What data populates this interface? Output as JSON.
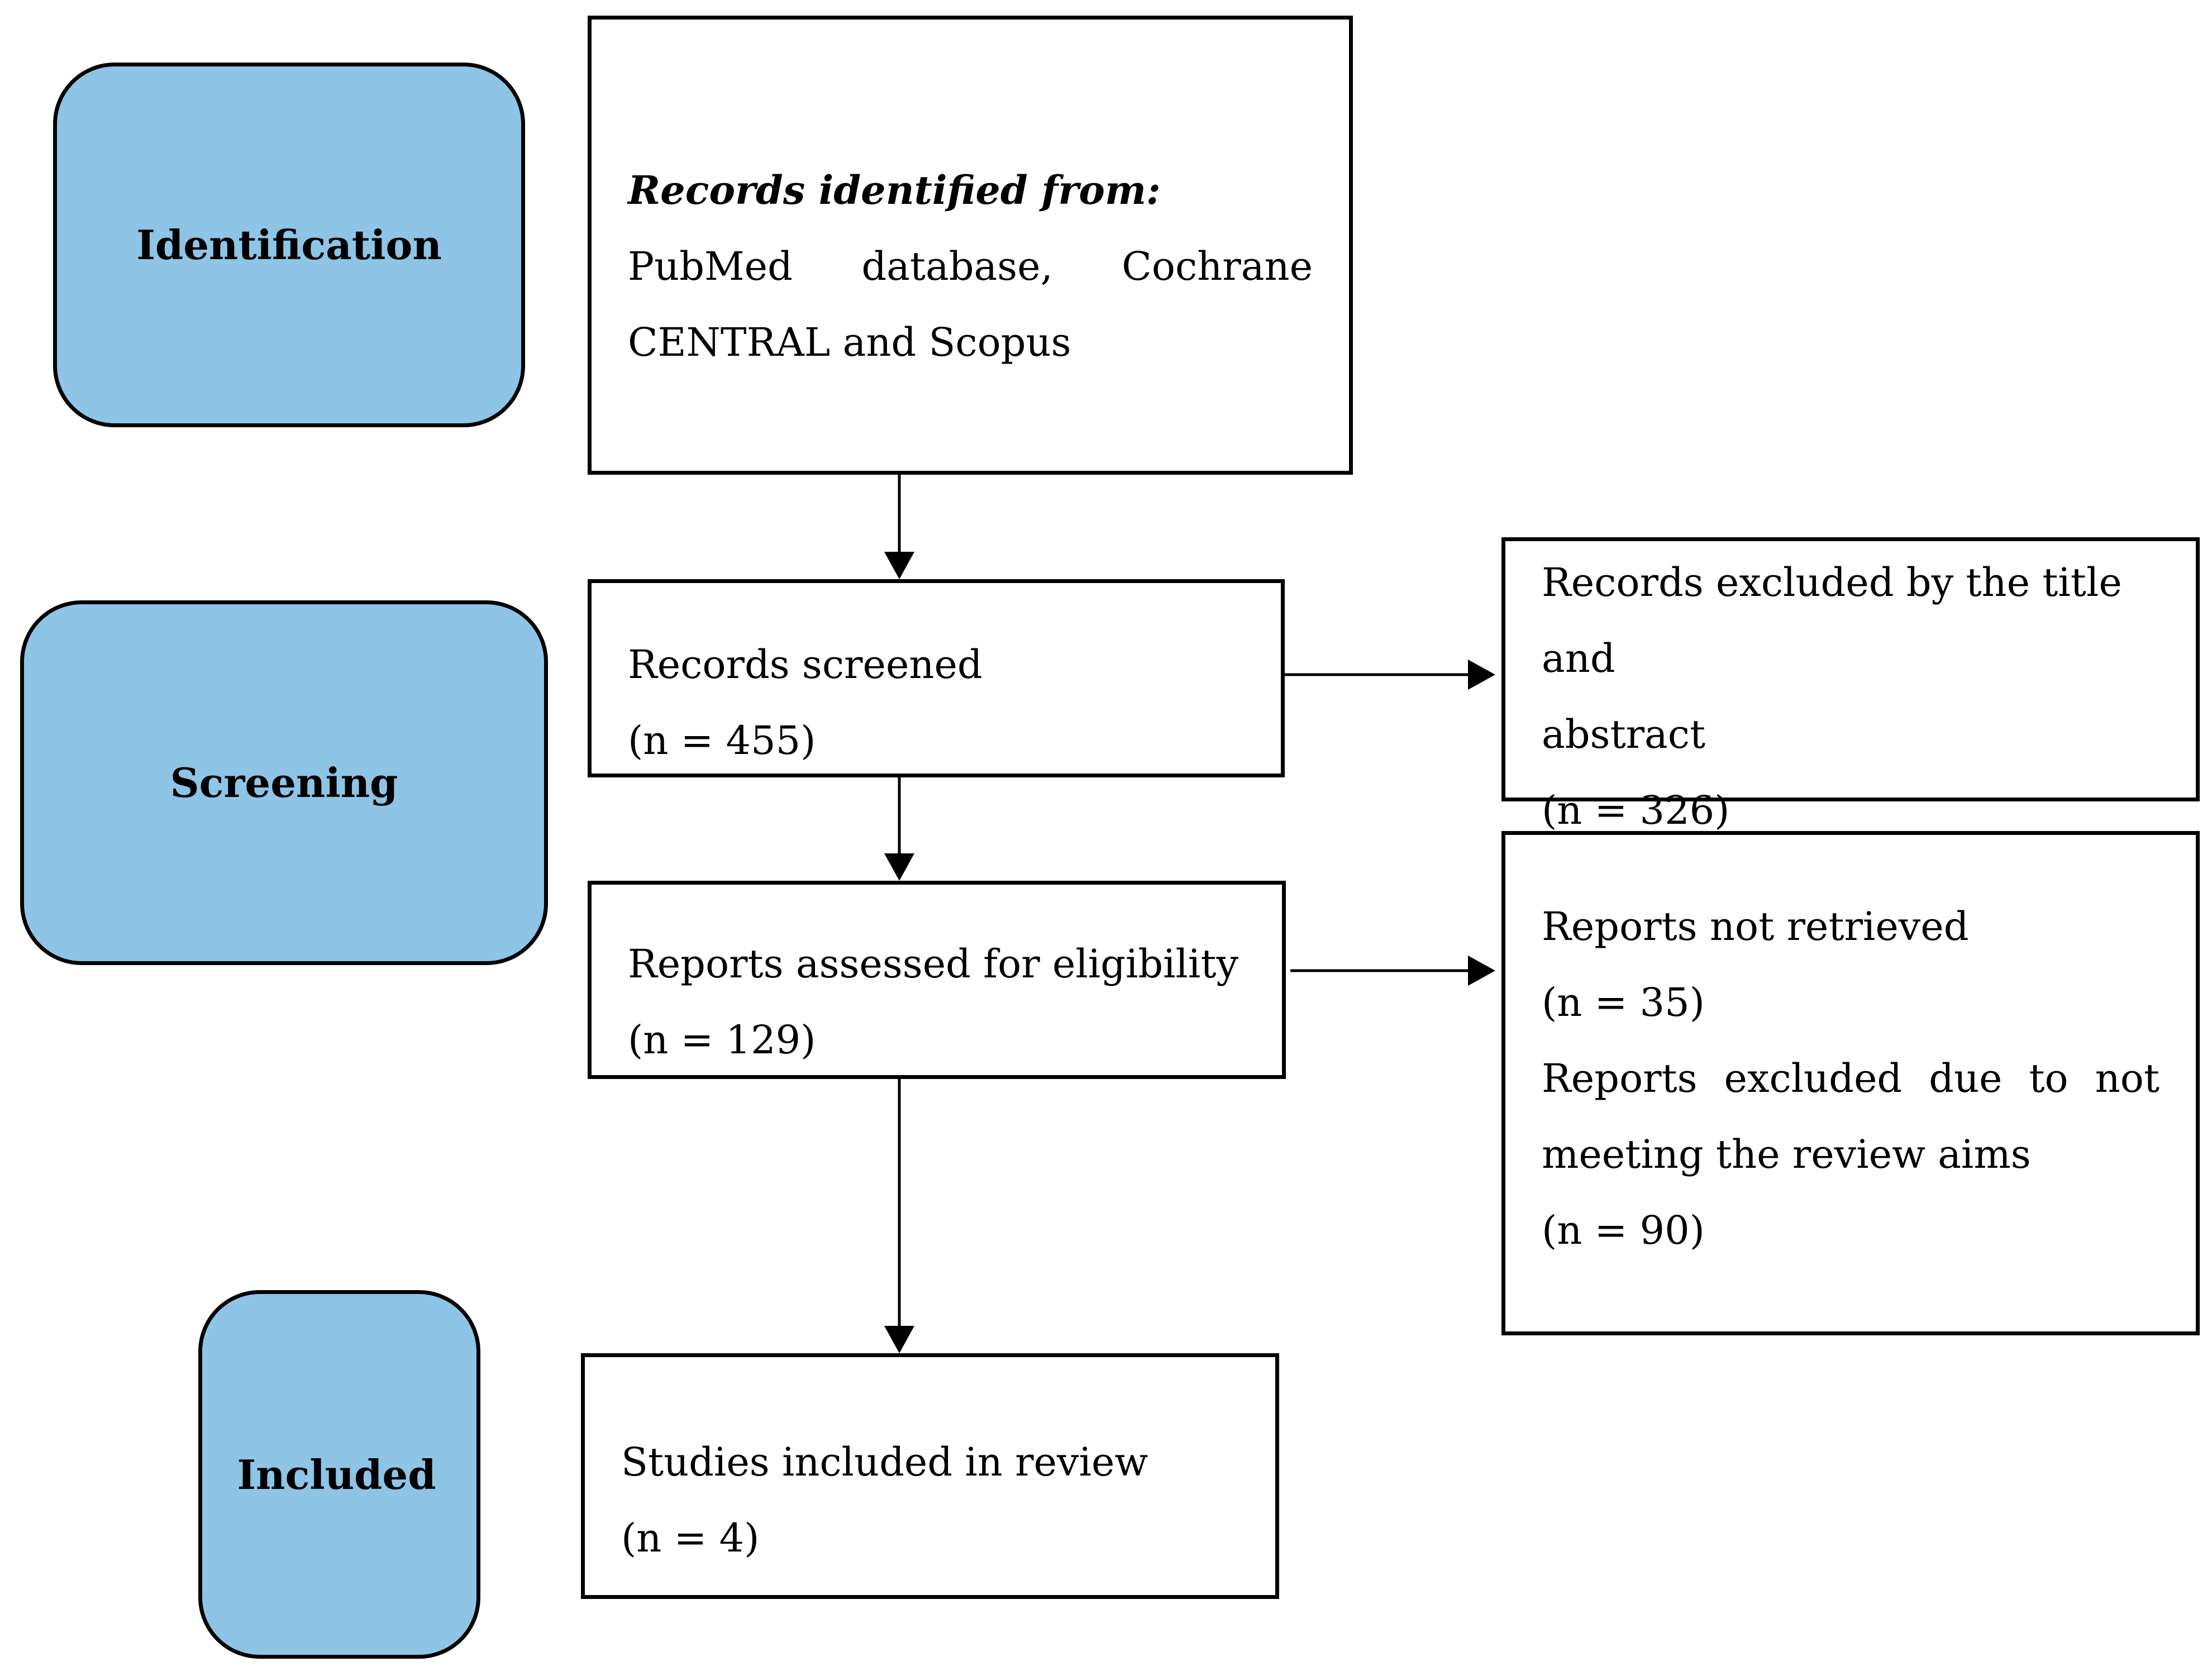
{
  "stages": {
    "identification": "Identification",
    "screening": "Screening",
    "included": "Included"
  },
  "identified": {
    "heading": "Records identified from:",
    "line1": "PubMed database, Cochrane",
    "line2": "CENTRAL and Scopus"
  },
  "screened": {
    "label": "Records screened",
    "count": "(n = 455)"
  },
  "excluded_title": {
    "line1": "Records excluded by the title and",
    "line2": "abstract",
    "count": "(n = 326)"
  },
  "eligibility": {
    "label": "Reports assessed for eligibility",
    "count": "(n = 129)"
  },
  "not_retrieved": {
    "label": "Reports not retrieved",
    "count": "(n = 35)",
    "excluded_line1": "Reports excluded due to not",
    "excluded_line2": "meeting the review aims",
    "excluded_count": "(n = 90)"
  },
  "included_box": {
    "label": "Studies included in review",
    "count": "(n = 4)"
  }
}
